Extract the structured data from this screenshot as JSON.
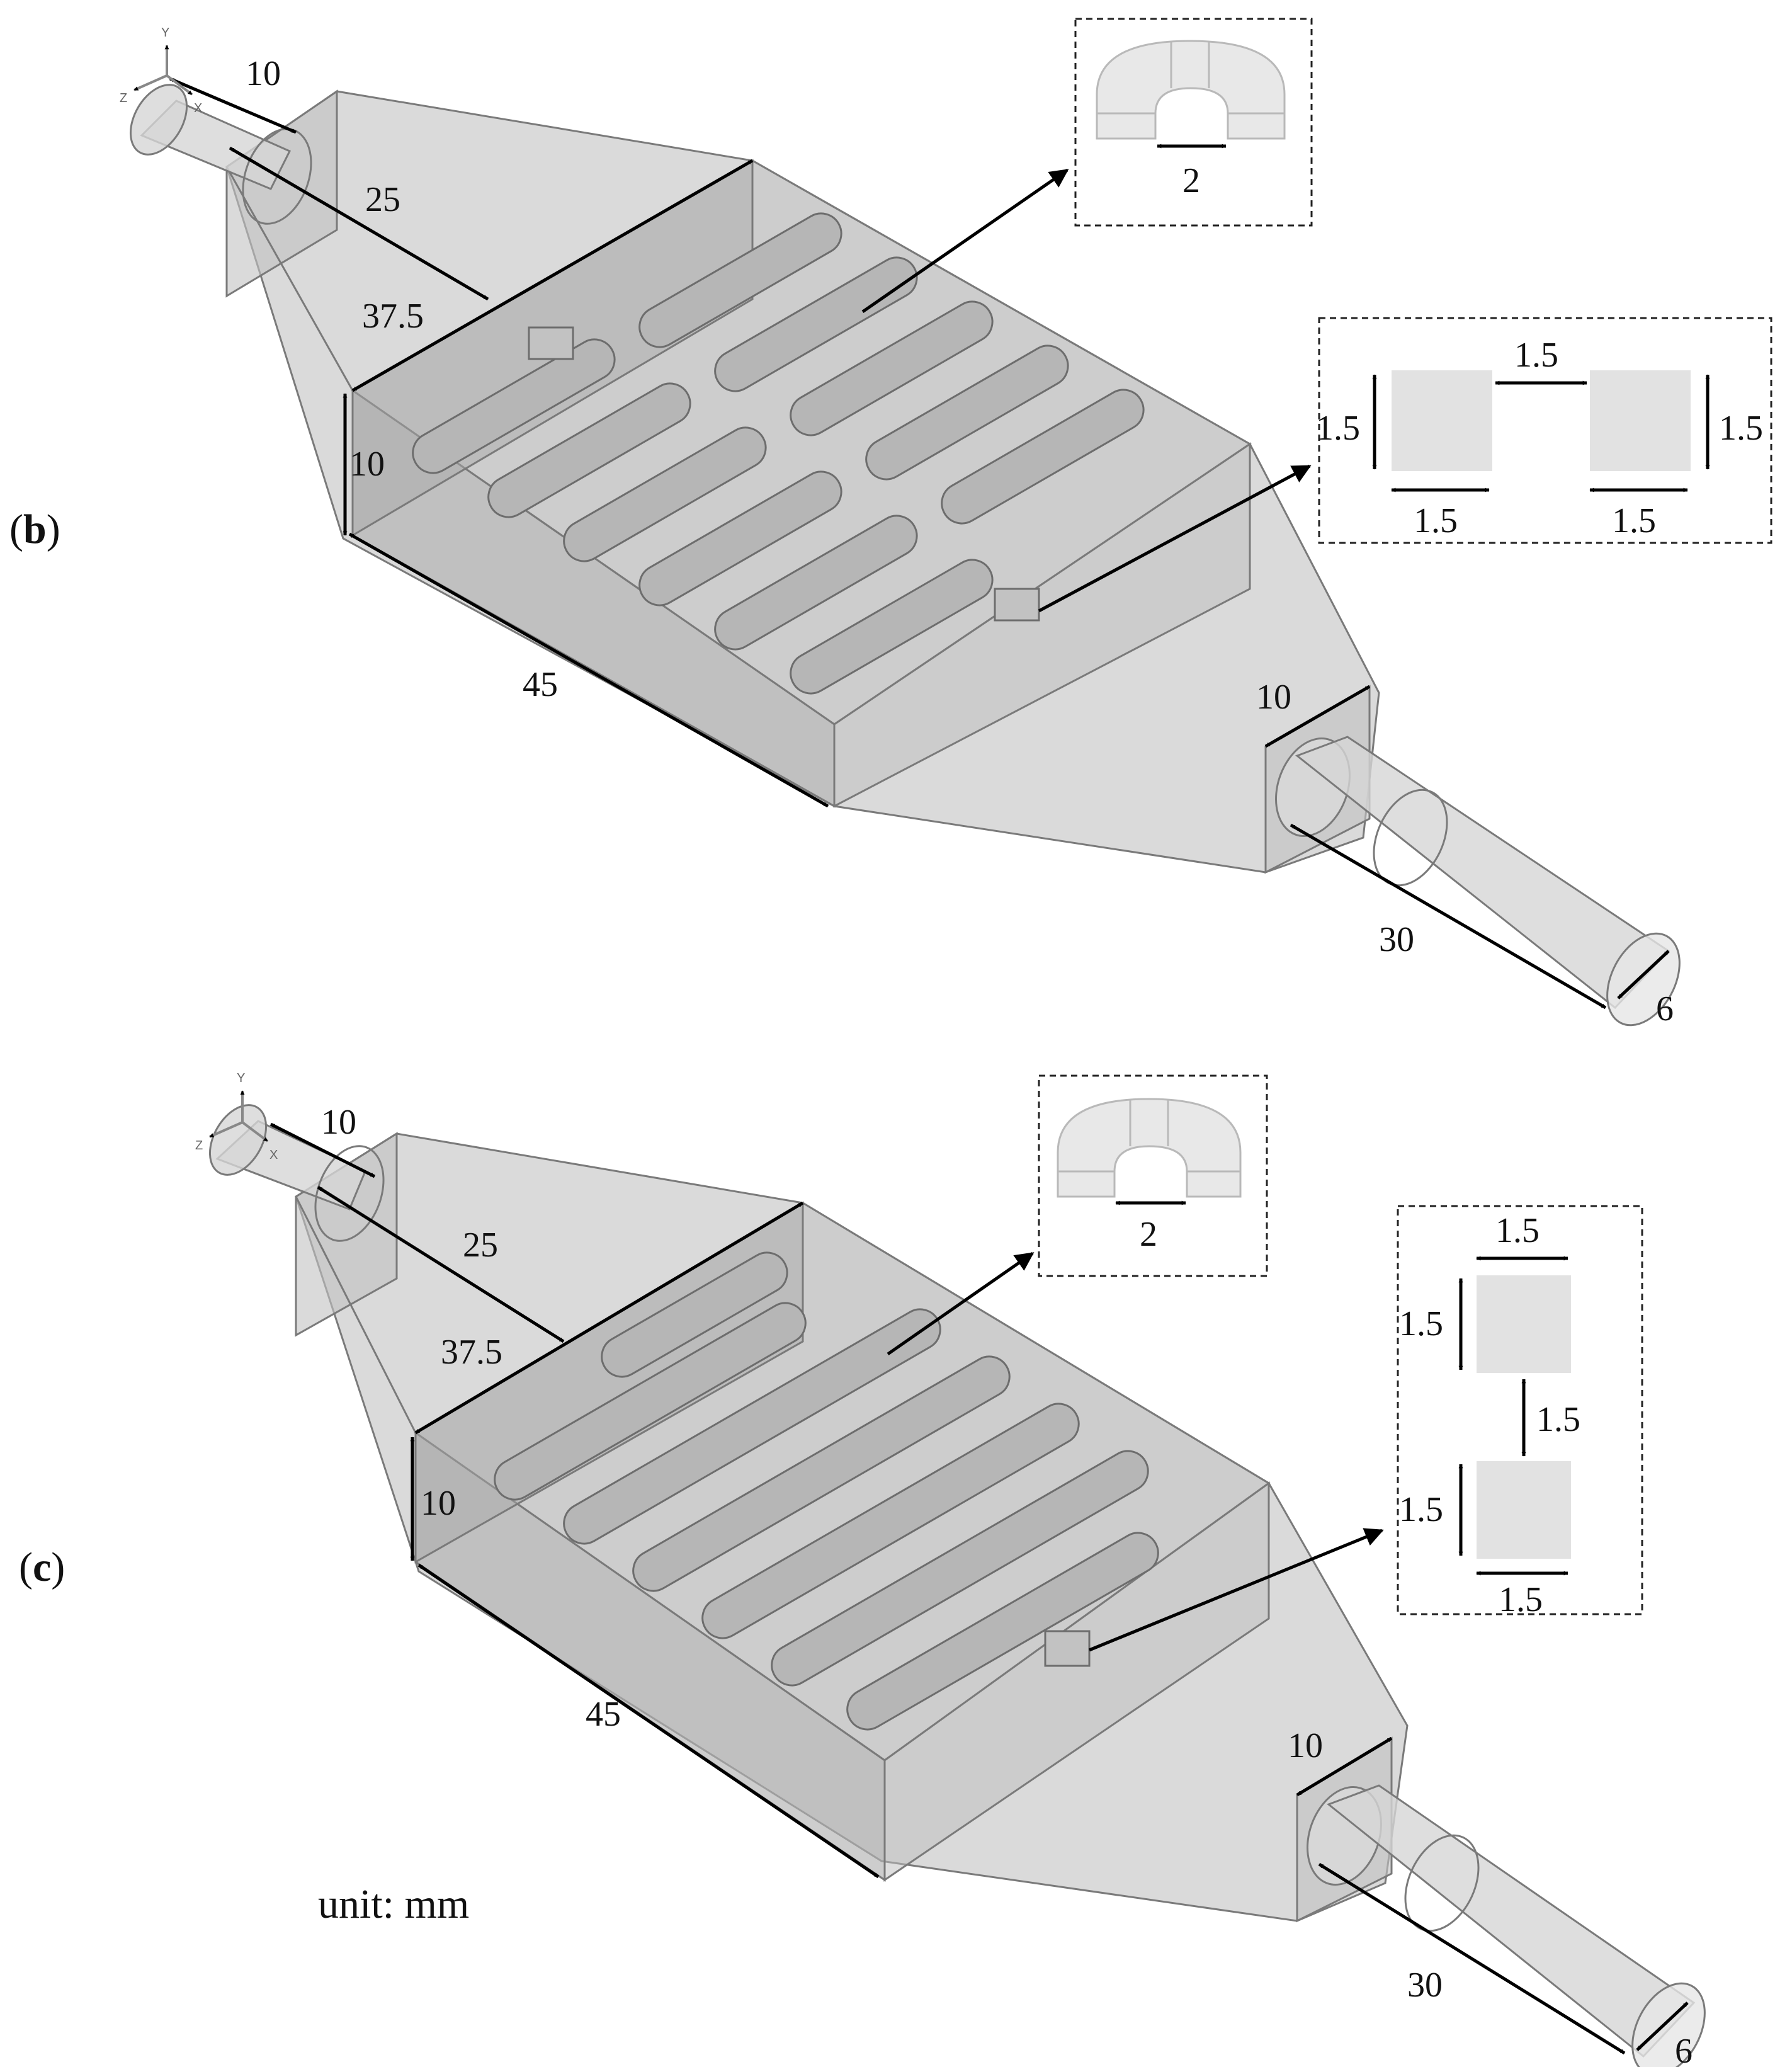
{
  "panels": [
    {
      "label_open": "(",
      "label_letter": "b",
      "label_close": ")",
      "dims": {
        "inlet_length": "10",
        "inlet_to_chamber": "25",
        "chamber_width": "37.5",
        "height": "10",
        "chamber_length": "45",
        "outlet_section": "10",
        "outlet_length": "30",
        "outlet_diameter": "6"
      },
      "inset_bend": {
        "gap": "2"
      },
      "inset_section": {
        "top_gap": "1.5",
        "left_height": "1.5",
        "right_height": "1.5",
        "left_width": "1.5",
        "right_width": "1.5"
      }
    },
    {
      "label_open": "(",
      "label_letter": "c",
      "label_close": ")",
      "dims": {
        "inlet_length": "10",
        "inlet_to_chamber": "25",
        "chamber_width": "37.5",
        "height": "10",
        "chamber_length": "45",
        "outlet_section": "10",
        "outlet_length": "30",
        "outlet_diameter": "6"
      },
      "inset_bend": {
        "gap": "2"
      },
      "inset_section": {
        "top_width": "1.5",
        "top_height": "1.5",
        "mid_gap": "1.5",
        "bottom_height": "1.5",
        "bottom_width": "1.5"
      }
    }
  ],
  "axes": {
    "y": "Y",
    "z": "Z",
    "x": "X"
  },
  "unit": "unit: mm",
  "colors": {
    "body": "#c8c8c8",
    "edge": "#7a7a7a",
    "channel": "#b4b4b4",
    "arrow": "#000000",
    "square": "#e2e2e2"
  }
}
